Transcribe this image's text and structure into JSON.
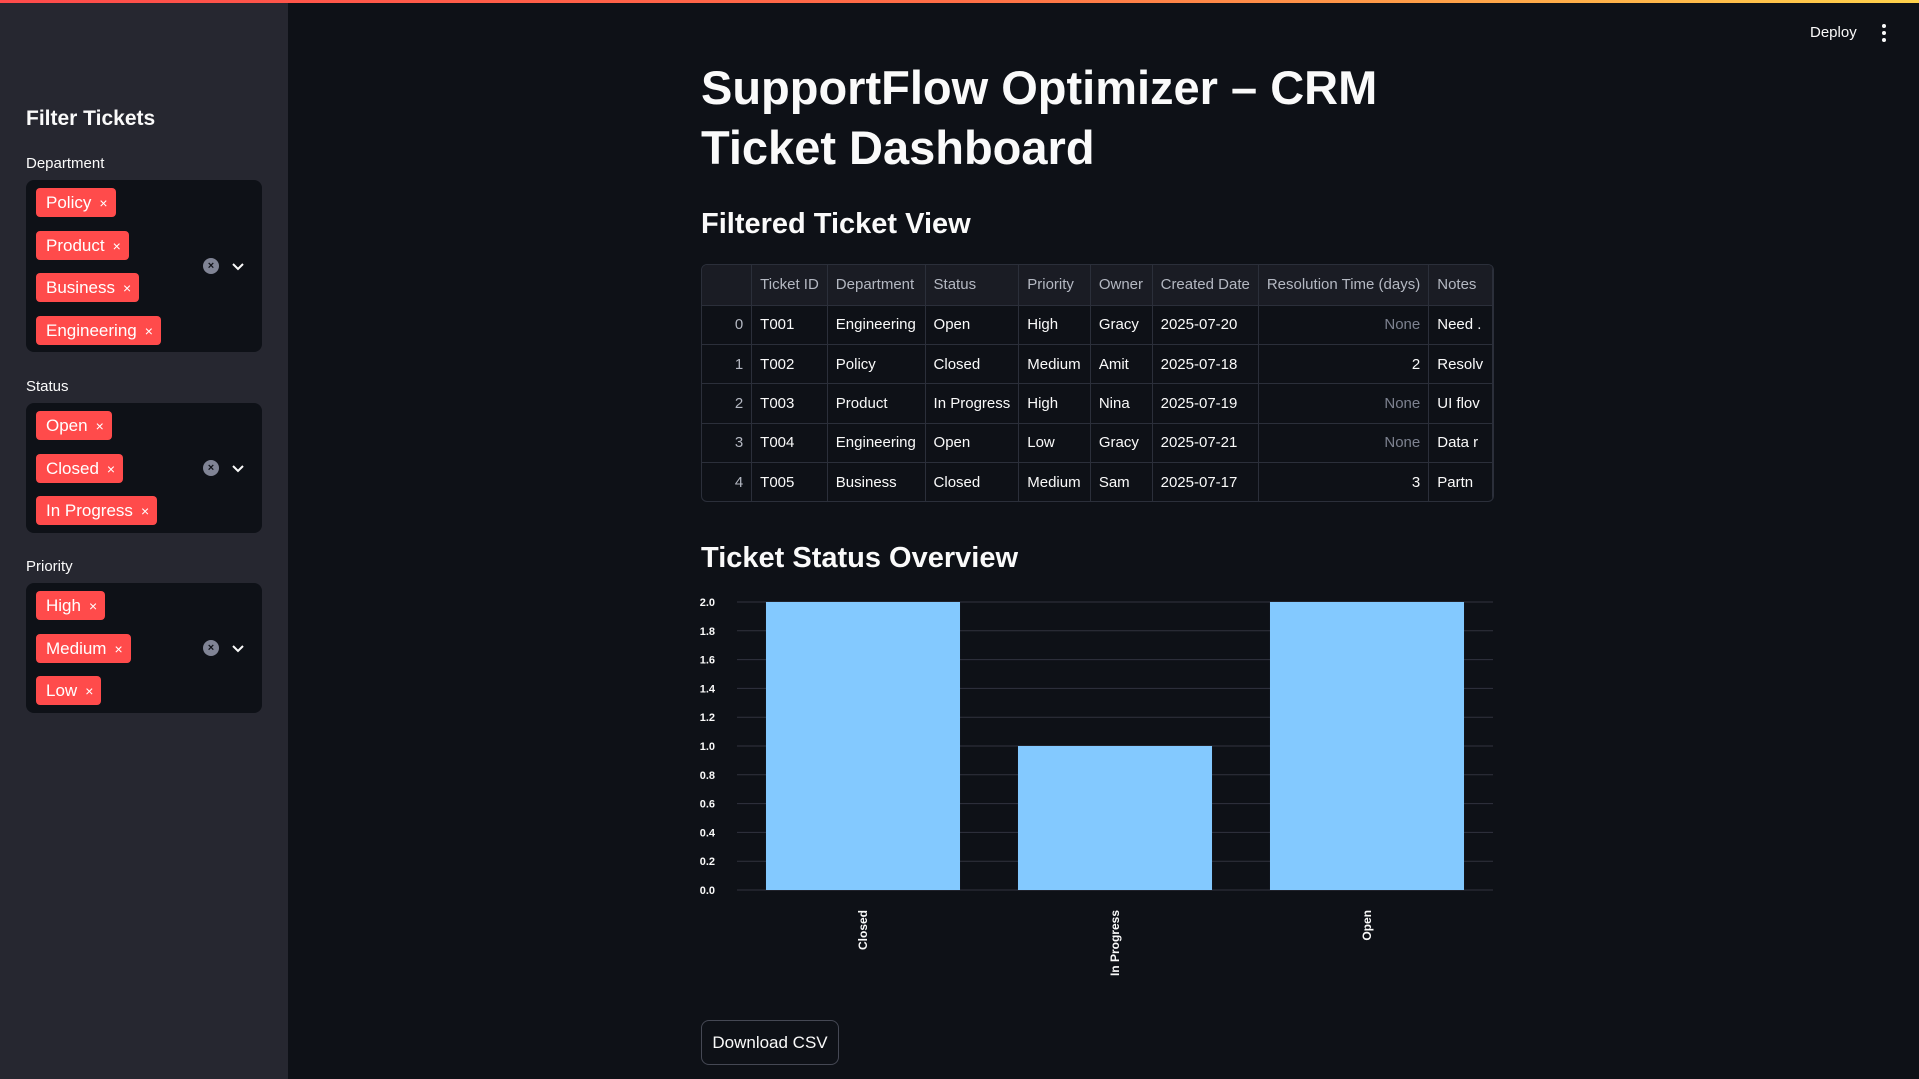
{
  "header": {
    "deploy_label": "Deploy",
    "menu_icon": "kebab-menu-icon"
  },
  "sidebar": {
    "title": "Filter Tickets",
    "filters": [
      {
        "label": "Department",
        "selected": [
          "Policy",
          "Product",
          "Business",
          "Engineering"
        ]
      },
      {
        "label": "Status",
        "selected": [
          "Open",
          "Closed",
          "In Progress"
        ]
      },
      {
        "label": "Priority",
        "selected": [
          "High",
          "Medium",
          "Low"
        ]
      }
    ],
    "remove_glyph": "×"
  },
  "main": {
    "title": "SupportFlow Optimizer – CRM Ticket Dashboard",
    "table_heading": "Filtered Ticket View",
    "chart_heading": "Ticket Status Overview",
    "download_label": "Download CSV"
  },
  "table": {
    "columns": [
      "",
      "Ticket ID",
      "Department",
      "Status",
      "Priority",
      "Owner",
      "Created Date",
      "Resolution Time (days)",
      "Notes"
    ],
    "rows": [
      [
        "0",
        "T001",
        "Engineering",
        "Open",
        "High",
        "Gracy",
        "2025-07-20",
        "None",
        "Need ."
      ],
      [
        "1",
        "T002",
        "Policy",
        "Closed",
        "Medium",
        "Amit",
        "2025-07-18",
        "2",
        "Resolv"
      ],
      [
        "2",
        "T003",
        "Product",
        "In Progress",
        "High",
        "Nina",
        "2025-07-19",
        "None",
        "UI flov"
      ],
      [
        "3",
        "T004",
        "Engineering",
        "Open",
        "Low",
        "Gracy",
        "2025-07-21",
        "None",
        "Data r"
      ],
      [
        "4",
        "T005",
        "Business",
        "Closed",
        "Medium",
        "Sam",
        "2025-07-17",
        "3",
        "Partn"
      ]
    ]
  },
  "chart_data": {
    "type": "bar",
    "categories": [
      "Closed",
      "In Progress",
      "Open"
    ],
    "values": [
      2,
      1,
      2
    ],
    "ylim": [
      0,
      2
    ],
    "yticks": [
      "0.0",
      "0.2",
      "0.4",
      "0.6",
      "0.8",
      "1.0",
      "1.2",
      "1.4",
      "1.6",
      "1.8",
      "2.0"
    ],
    "bar_color": "#83c9ff",
    "grid": true
  },
  "colors": {
    "accent": "#ff4b4b",
    "background": "#0e1117",
    "sidebar": "#262730"
  }
}
